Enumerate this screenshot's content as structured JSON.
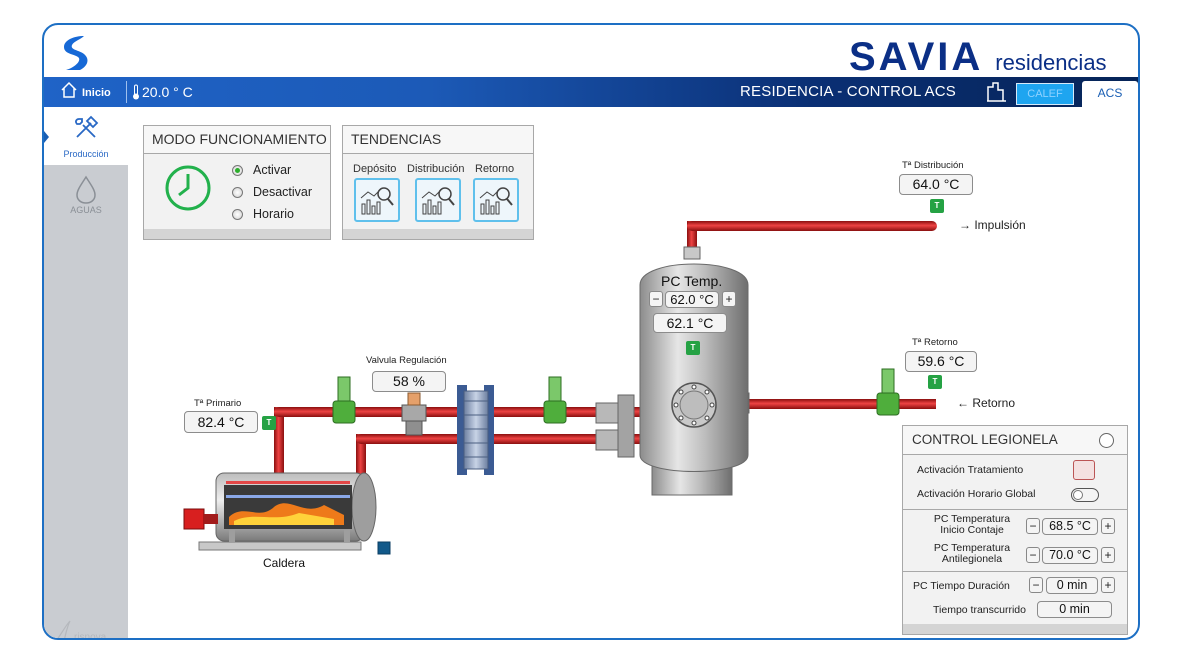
{
  "brand": {
    "name": "SAVIA",
    "sub": "residencias"
  },
  "navbar": {
    "home_label": "Inicio",
    "temperature": "20.0 ° C",
    "title": "RESIDENCIA - CONTROL ACS",
    "tabs": [
      {
        "label": "CALEF"
      },
      {
        "label": "ACS"
      }
    ]
  },
  "sidebar": {
    "items": [
      {
        "label": "Producción"
      },
      {
        "label": "AGUAS"
      }
    ],
    "footer": "risnova"
  },
  "modo_funcionamiento": {
    "title": "MODO FUNCIONAMIENTO",
    "options": [
      {
        "label": "Activar",
        "selected": true
      },
      {
        "label": "Desactivar",
        "selected": false
      },
      {
        "label": "Horario",
        "selected": false
      }
    ]
  },
  "tendencias": {
    "title": "TENDENCIAS",
    "items": [
      {
        "label": "Depósito"
      },
      {
        "label": "Distribución"
      },
      {
        "label": "Retorno"
      }
    ]
  },
  "diagram": {
    "primario": {
      "label": "Tª Primario",
      "value": "82.4 °C"
    },
    "valvula": {
      "label": "Valvula Regulación",
      "value": "58 %"
    },
    "caldera_label": "Caldera",
    "tank": {
      "label": "PC Temp.",
      "setpoint": "62.0 °C",
      "actual": "62.1 °C"
    },
    "distribucion": {
      "label": "Tª Distribución",
      "value": "64.0 °C",
      "flow_label": "→ Impulsión"
    },
    "retorno": {
      "label": "Tª Retorno",
      "value": "59.6 °C",
      "flow_label": "← Retorno"
    },
    "sensor_badge": "T",
    "step_minus": "−",
    "step_plus": "+"
  },
  "legionela": {
    "title": "CONTROL LEGIONELA",
    "activacion_tratamiento": "Activación Tratamiento",
    "activacion_horario": "Activación Horario Global",
    "pc_inicio_label_1": "PC Temperatura",
    "pc_inicio_label_2": "Inicio Contaje",
    "pc_inicio_value": "68.5 °C",
    "pc_anti_label_1": "PC Temperatura",
    "pc_anti_label_2": "Antilegionela",
    "pc_anti_value": "70.0 °C",
    "pc_tiempo_label": "PC Tiempo Duración",
    "pc_tiempo_value": "0 min",
    "tiempo_trans_label": "Tiempo transcurrido",
    "tiempo_trans_value": "0 min"
  },
  "colors": {
    "brand": "#0b2f86",
    "pipe": "#d42020",
    "accent": "#1ea5f0",
    "sensor": "#25a244"
  }
}
